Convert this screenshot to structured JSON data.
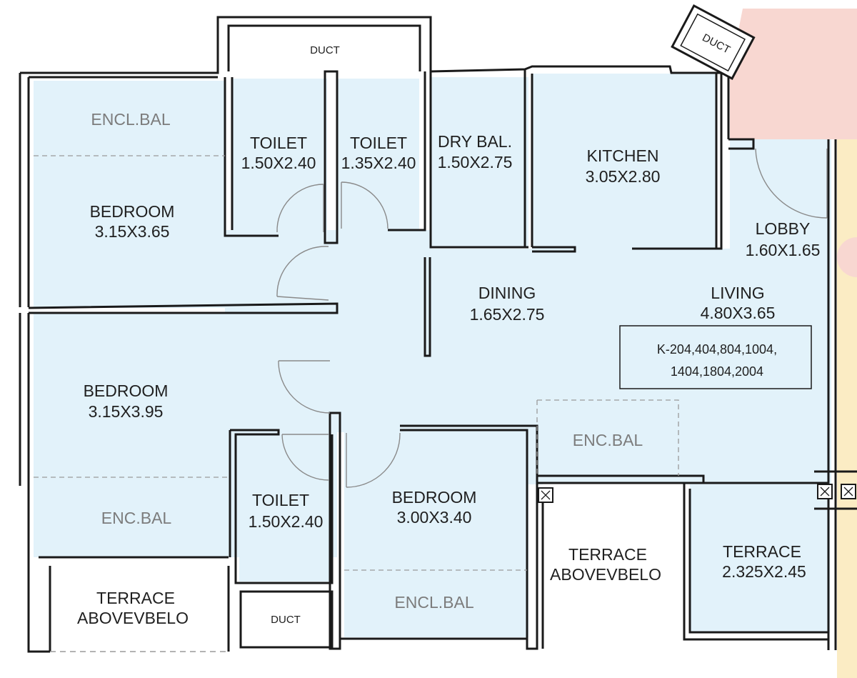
{
  "colors": {
    "room_fill": "#e2f2fa",
    "wall": "#1a1a1a",
    "dashed": "#9a9a9a",
    "neighbor_pink": "#f8d7d1",
    "neighbor_yellow": "#fbecc4"
  },
  "rooms": {
    "encl_bal_top_left": "ENCL.BAL",
    "toilet_1": "TOILET",
    "toilet_1_size": "1.50X2.40",
    "toilet_2": "TOILET",
    "toilet_2_size": "1.35X2.40",
    "dry_bal": "DRY BAL.",
    "dry_bal_size": "1.50X2.75",
    "kitchen": "KITCHEN",
    "kitchen_size": "3.05X2.80",
    "bedroom_1": "BEDROOM",
    "bedroom_1_size": "3.15X3.65",
    "lobby": "LOBBY",
    "lobby_size": "1.60X1.65",
    "dining": "DINING",
    "dining_size": "1.65X2.75",
    "living": "LIVING",
    "living_size": "4.80X3.65",
    "bedroom_2": "BEDROOM",
    "bedroom_2_size": "3.15X3.95",
    "enc_bal_living": "ENC.BAL",
    "enc_bal_left": "ENC.BAL",
    "toilet_3": "TOILET",
    "toilet_3_size": "1.50X2.40",
    "bedroom_3": "BEDROOM",
    "bedroom_3_size": "3.00X3.40",
    "terrace_center": "TERRACE",
    "terrace_center_note": "ABOVEVBELO",
    "terrace_right": "TERRACE",
    "terrace_right_size": "2.325X2.45",
    "encl_bal_bottom": "ENCL.BAL",
    "terrace_left": "TERRACE",
    "terrace_left_note": "ABOVEVBELO"
  },
  "ducts": {
    "top": "DUCT",
    "top_right": "DUCT",
    "bottom": "DUCT"
  },
  "unit_codes": {
    "line1": "K-204,404,804,1004,",
    "line2": "1404,1804,2004"
  }
}
